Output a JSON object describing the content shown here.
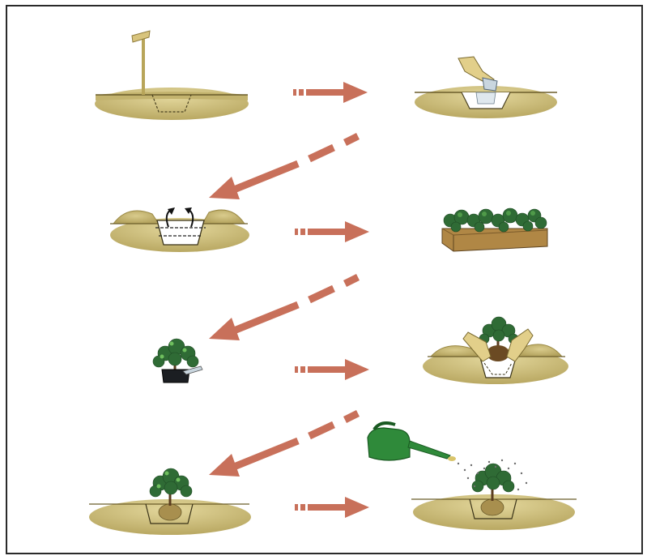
{
  "colors": {
    "frame": "#2a2a2a",
    "arrow": "#c8705a",
    "soil_top": "#d4c58a",
    "soil_body": "#c9b772",
    "soil_dark": "#8e8044",
    "foliage": "#2f6b35",
    "foliage_light": "#4f9a49",
    "trunk": "#5a3c1f",
    "crate": "#b08745",
    "watering_can": "#2f8a3a",
    "hand": "#e2cf8a"
  },
  "steps": [
    {
      "id": 1,
      "icon": "stake-marked-pit-icon"
    },
    {
      "id": 2,
      "icon": "hand-adding-fertilizer-icon"
    },
    {
      "id": 3,
      "icon": "pit-soil-layers-icon"
    },
    {
      "id": 4,
      "icon": "seedling-crate-icon"
    },
    {
      "id": 5,
      "icon": "seedling-cut-bag-icon"
    },
    {
      "id": 6,
      "icon": "hands-placing-seedling-icon"
    },
    {
      "id": 7,
      "icon": "seedling-planted-icon"
    },
    {
      "id": 8,
      "icon": "watering-can-icon"
    }
  ],
  "arrows": {
    "right": [
      "arrow-right-1",
      "arrow-right-2",
      "arrow-right-3",
      "arrow-right-4"
    ],
    "diagonal": [
      "arrow-diagonal-1",
      "arrow-diagonal-2",
      "arrow-diagonal-3"
    ]
  }
}
